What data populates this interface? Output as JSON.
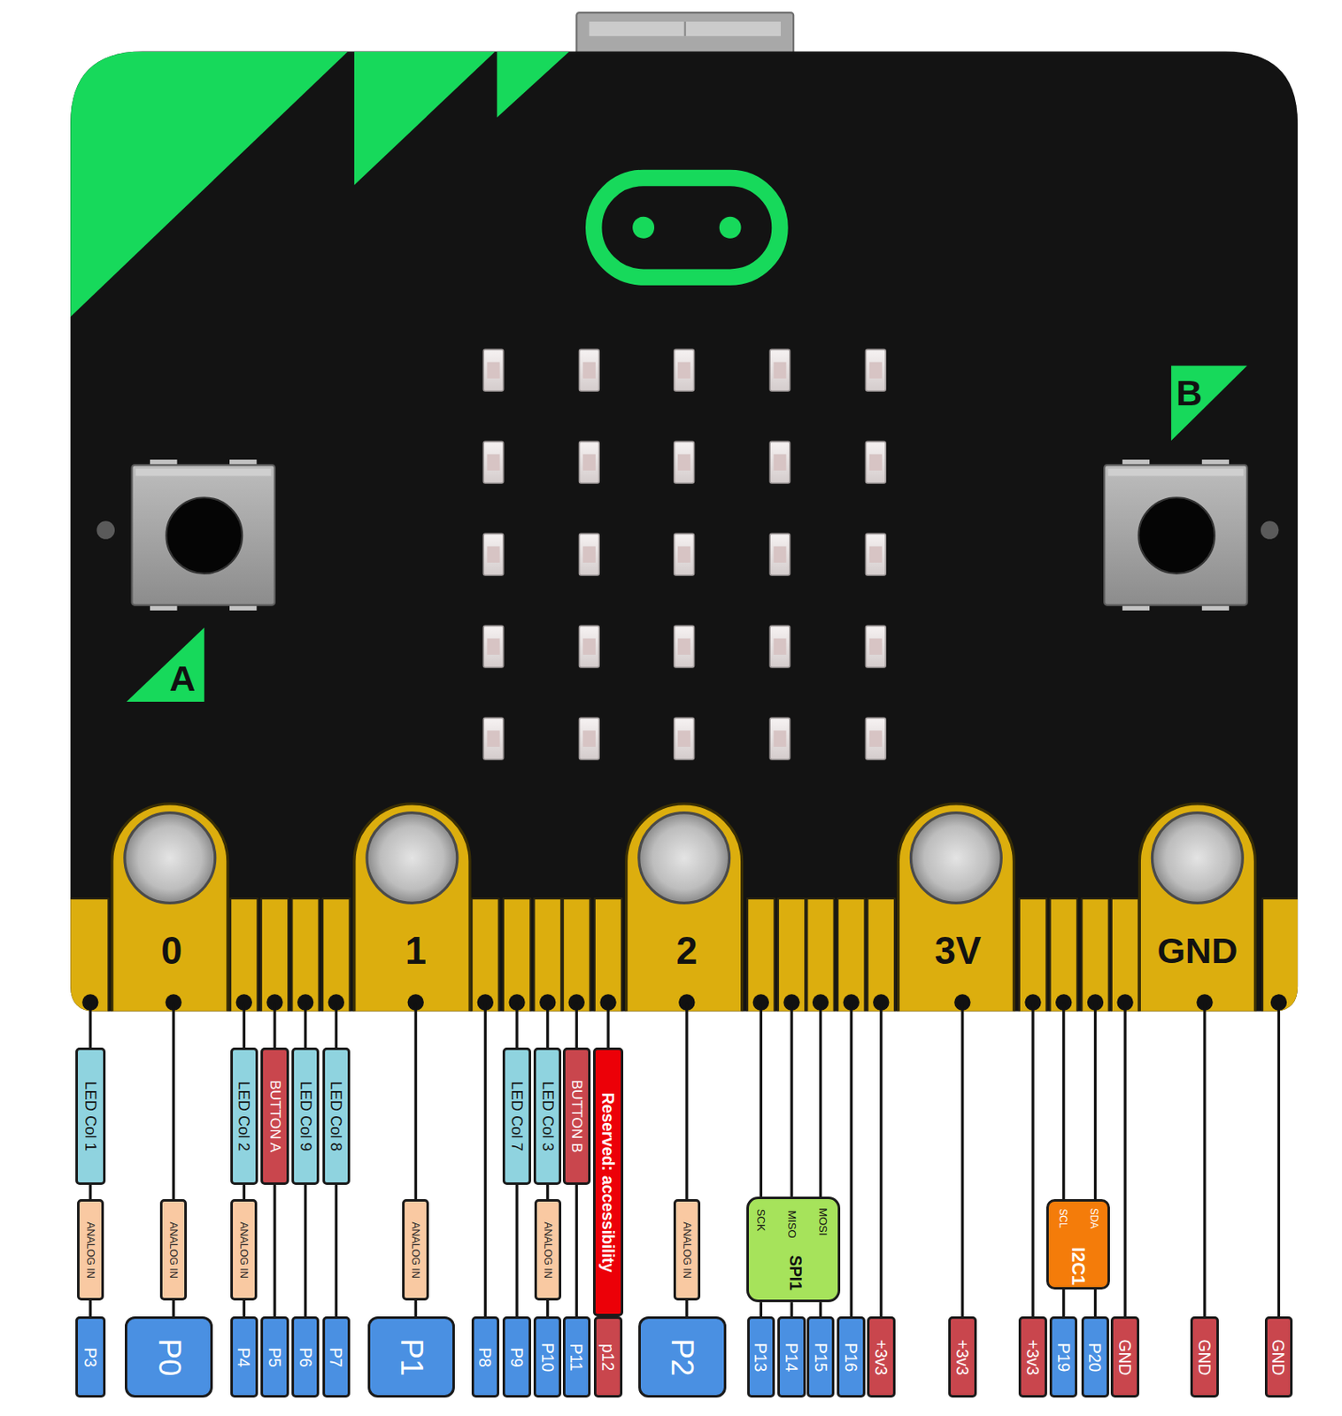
{
  "diagram": {
    "nodes": [
      {
        "text": [
          "LED Col 1"
        ]
      },
      {
        "text": [
          "ANALOG IN"
        ]
      },
      {
        "text": [
          "P3"
        ]
      },
      {
        "text": [
          "ANALOG IN"
        ]
      },
      {
        "text": [
          "P0"
        ]
      },
      {
        "text": [
          "LED Col 2"
        ]
      },
      {
        "text": [
          "ANALOG IN"
        ]
      },
      {
        "text": [
          "P4"
        ]
      },
      {
        "text": [
          "BUTTON A"
        ]
      },
      {
        "text": [
          "P5"
        ]
      },
      {
        "text": [
          "LED Col 9"
        ]
      },
      {
        "text": [
          "P6"
        ]
      },
      {
        "text": [
          "LED Col 8"
        ]
      },
      {
        "text": [
          "P7"
        ]
      },
      {
        "text": [
          "ANALOG IN"
        ]
      },
      {
        "text": [
          "P1"
        ]
      },
      {
        "text": [
          "P8"
        ]
      },
      {
        "text": [
          "LED Col 7"
        ]
      },
      {
        "text": [
          "P9"
        ]
      },
      {
        "text": [
          "LED Col 3"
        ]
      },
      {
        "text": [
          "ANALOG IN"
        ]
      },
      {
        "text": [
          "P10"
        ]
      },
      {
        "text": [
          "BUTTON B"
        ]
      },
      {
        "text": [
          "P11"
        ]
      },
      {
        "text": [
          "Reserved: accessibility"
        ]
      },
      {
        "text": [
          "p12"
        ]
      },
      {
        "text": [
          "ANALOG IN"
        ]
      },
      {
        "text": [
          "P2"
        ]
      },
      {
        "text": [
          "SPI1",
          "SCK",
          "MISO",
          "MOSI"
        ]
      },
      {
        "text": [
          "P13"
        ]
      },
      {
        "text": [
          "P14"
        ]
      },
      {
        "text": [
          "P15"
        ]
      },
      {
        "text": [
          "P16"
        ]
      },
      {
        "text": [
          "+3v3"
        ]
      },
      {
        "text": [
          "+3v3"
        ]
      },
      {
        "text": [
          "+3v3"
        ]
      },
      {
        "text": [
          "I2C1",
          "SCL",
          "SDA"
        ]
      },
      {
        "text": [
          "P19"
        ]
      },
      {
        "text": [
          "P20"
        ]
      },
      {
        "text": [
          "GND"
        ]
      },
      {
        "text": [
          "GND"
        ]
      },
      {
        "text": [
          "GND"
        ]
      }
    ],
    "edges": [
      {
        "from": 0,
        "to": 1,
        "arrow": "none"
      },
      {
        "from": 1,
        "to": 2,
        "arrow": "none"
      },
      {
        "from": 3,
        "to": 4,
        "arrow": "none"
      },
      {
        "from": 5,
        "to": 6,
        "arrow": "none"
      },
      {
        "from": 6,
        "to": 7,
        "arrow": "none"
      },
      {
        "from": 8,
        "to": 9,
        "arrow": "none"
      },
      {
        "from": 10,
        "to": 11,
        "arrow": "none"
      },
      {
        "from": 12,
        "to": 13,
        "arrow": "none"
      },
      {
        "from": 14,
        "to": 15,
        "arrow": "none"
      },
      {
        "from": 17,
        "to": 18,
        "arrow": "none"
      },
      {
        "from": 19,
        "to": 20,
        "arrow": "none"
      },
      {
        "from": 20,
        "to": 21,
        "arrow": "none"
      },
      {
        "from": 22,
        "to": 23,
        "arrow": "none"
      },
      {
        "from": 26,
        "to": 27,
        "arrow": "none"
      },
      {
        "from": 28,
        "to": 29,
        "arrow": "none"
      },
      {
        "from": 28,
        "to": 30,
        "arrow": "none"
      },
      {
        "from": 28,
        "to": 31,
        "arrow": "none"
      },
      {
        "from": 36,
        "to": 37,
        "arrow": "none"
      },
      {
        "from": 36,
        "to": 38,
        "arrow": "none"
      }
    ],
    "labels": [
      "0",
      "1",
      "2",
      "3V",
      "GND",
      "A",
      "B"
    ]
  }
}
